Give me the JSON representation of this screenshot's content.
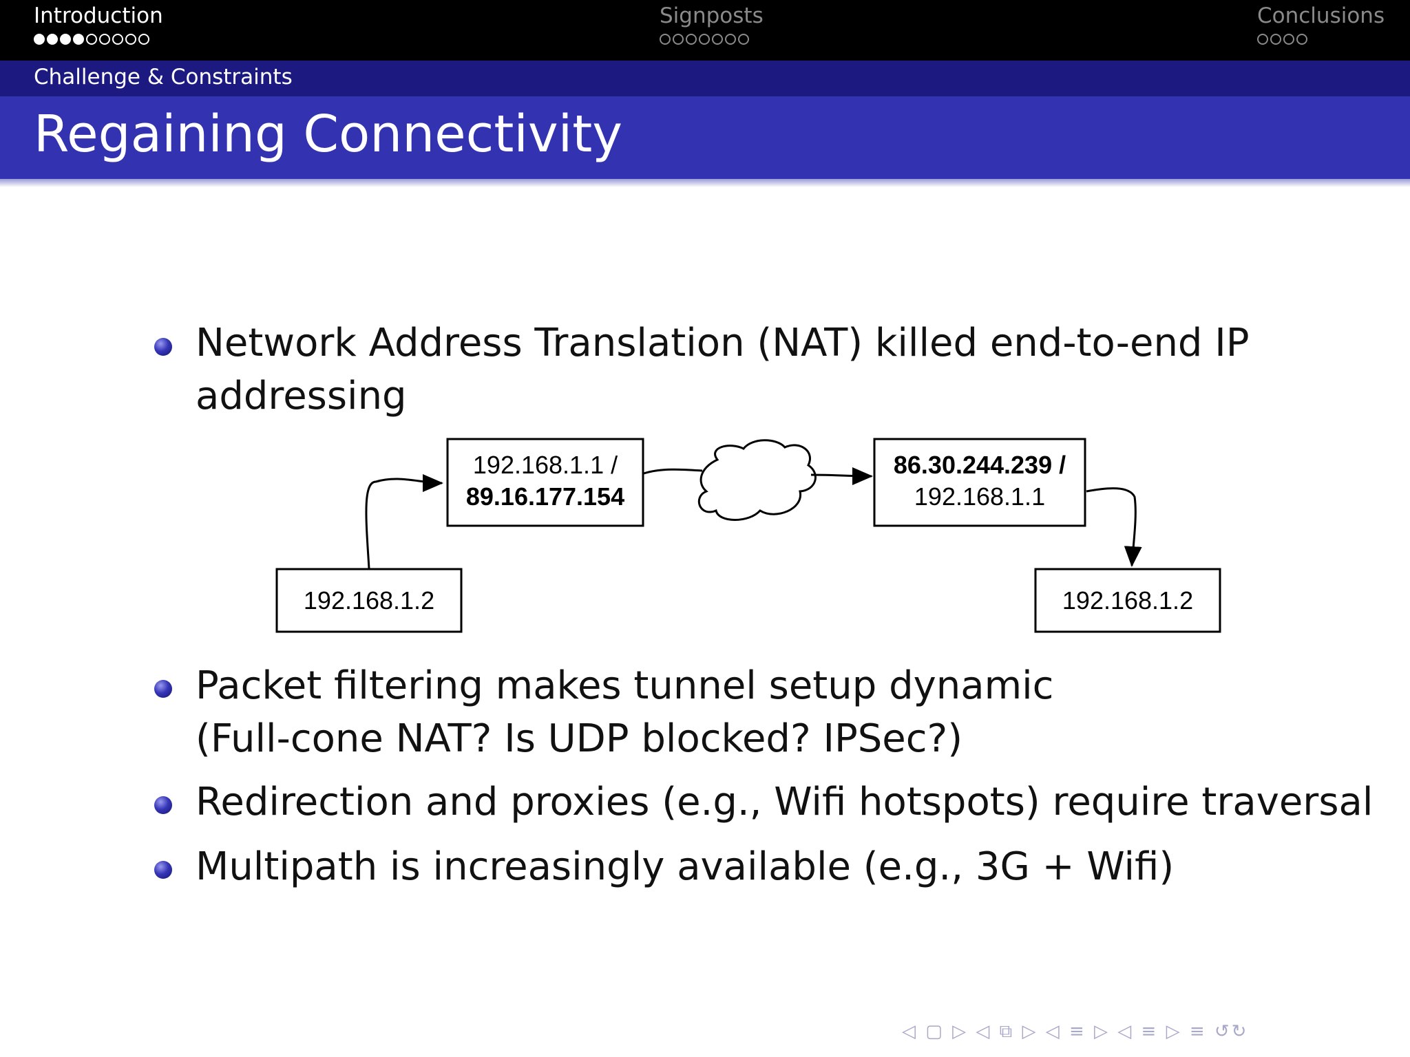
{
  "header": {
    "sections": [
      {
        "title": "Introduction",
        "dots_total": 9,
        "dots_filled": 4,
        "active": true
      },
      {
        "title": "Signposts",
        "dots_total": 7,
        "dots_filled": 0,
        "active": false
      },
      {
        "title": "Conclusions",
        "dots_total": 4,
        "dots_filled": 0,
        "active": false
      }
    ],
    "subsection": "Challenge & Constraints"
  },
  "frame_title": "Regaining Connectivity",
  "bullets": [
    {
      "lines": [
        "Network Address Translation (NAT) killed end-to-end IP",
        "addressing"
      ]
    },
    {
      "lines": [
        "Packet filtering makes tunnel setup dynamic",
        "(Full-cone NAT? Is UDP blocked? IPSec?)"
      ]
    },
    {
      "lines": [
        "Redirection and proxies (e.g., Wifi hotspots) require traversal"
      ]
    },
    {
      "lines": [
        "Multipath is increasingly available (e.g., 3G + Wifi)"
      ]
    }
  ],
  "diagram": {
    "left_host": "192.168.1.2",
    "left_nat": {
      "line1": "192.168.1.1 /",
      "line2": "89.16.177.154"
    },
    "right_nat": {
      "line1": "86.30.244.239 /",
      "line2": "192.168.1.1"
    },
    "right_host": "192.168.1.2"
  },
  "nav_controls": "◁ ▢ ▷ ◁ ⧉ ▷ ◁ ≡ ▷ ◁ ≡ ▷ ≡ ↺↻"
}
